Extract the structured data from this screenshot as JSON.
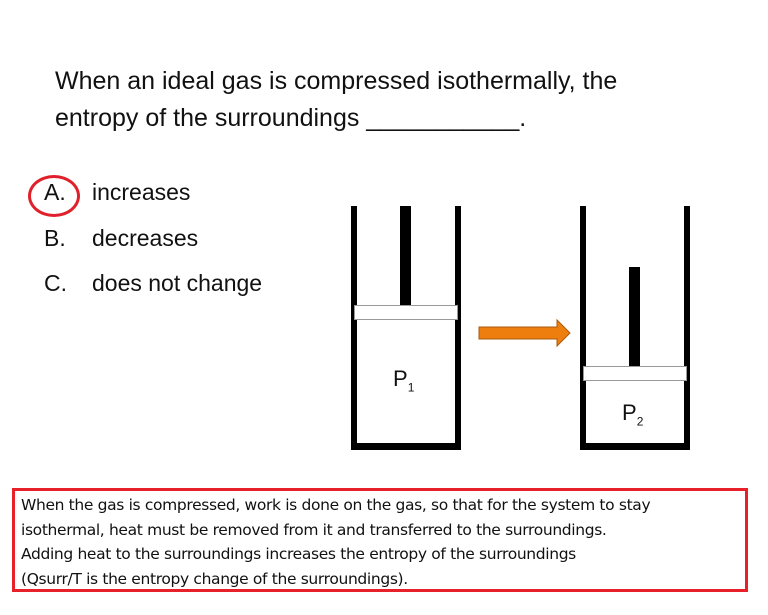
{
  "question": {
    "line1": "When an ideal gas is compressed isothermally, the",
    "line2": "entropy of the surroundings ___________."
  },
  "options": [
    {
      "letter": "A.",
      "text": "increases",
      "selected": true
    },
    {
      "letter": "B.",
      "text": "decreases",
      "selected": false
    },
    {
      "letter": "C.",
      "text": "does not change",
      "selected": false
    }
  ],
  "diagram": {
    "p1_main": "P",
    "p1_sub": "1",
    "p2_main": "P",
    "p2_sub": "2",
    "arrow_color": "#ee7f0e"
  },
  "explanation": {
    "line1": "When the gas is compressed, work is done on the gas, so that for the system to stay",
    "line2": "isothermal, heat must be removed from it and transferred to the surroundings.",
    "line3": "Adding heat to the surroundings increases the entropy of the surroundings",
    "line4": "(Qsurr/T is the entropy change of the surroundings)."
  },
  "colors": {
    "highlight": "#e8202a"
  }
}
